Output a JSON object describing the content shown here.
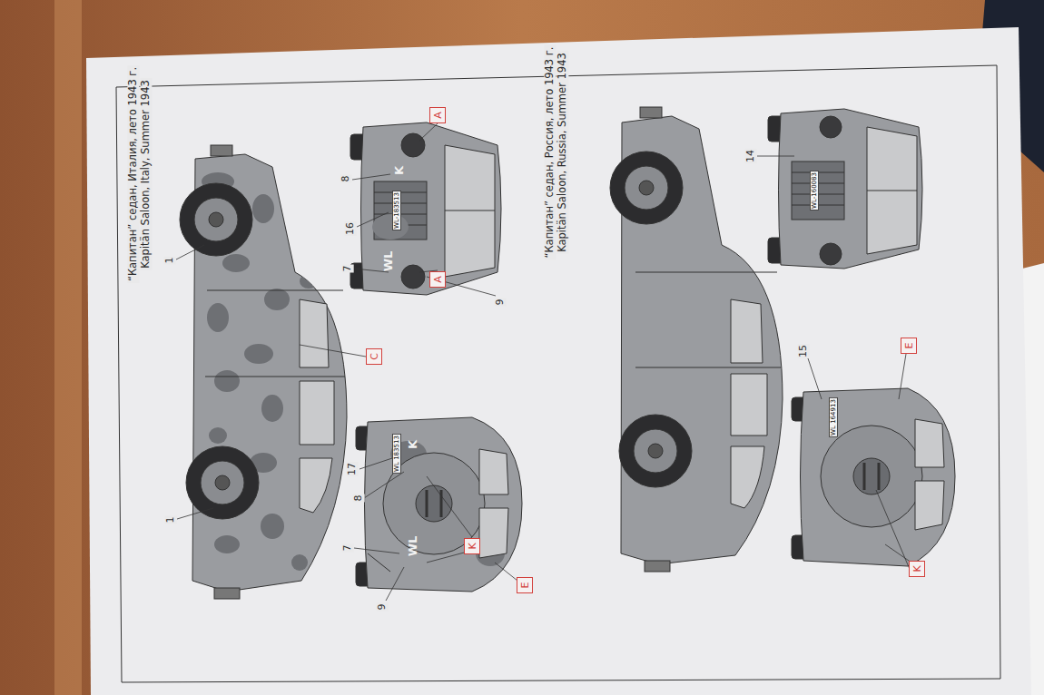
{
  "diagram": {
    "nodes": [
      {
        "text": [
          "A"
        ]
      },
      {
        "text": [
          "A"
        ]
      },
      {
        "text": [
          "C"
        ]
      },
      {
        "text": [
          "E"
        ]
      },
      {
        "text": [
          "K"
        ]
      },
      {
        "text": [
          "E"
        ]
      },
      {
        "text": [
          "K"
        ]
      }
    ],
    "labels": [
      "“Капитан” седан, Италия, лето 1943 г.",
      "Kapitän Saloon, Italy, Summer 1943",
      "“Капитан” седан, Россия, лето 1943 г.",
      "Kapitän Saloon, Russia, Summer 1943",
      "8",
      "16",
      "7",
      "9",
      "1",
      "1",
      "17",
      "8",
      "7",
      "9",
      "14",
      "15",
      "WL-183513",
      "WL 183513",
      "WL-160083",
      "WL 164913",
      "K",
      "WL",
      "K",
      "WL"
    ]
  }
}
